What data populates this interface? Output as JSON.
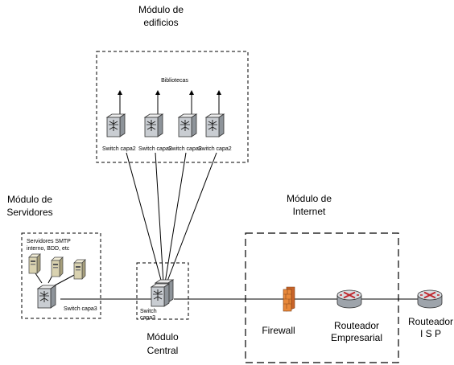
{
  "modules": {
    "edificios": [
      "Módulo de",
      "edificios"
    ],
    "servidores": [
      "Módulo de",
      "Servidores"
    ],
    "internet": [
      "Módulo de",
      "Internet"
    ],
    "central": [
      "Módulo",
      "Central"
    ]
  },
  "bibliotecas": "Bibliotecas",
  "switch_capa2": [
    "Switch capa2",
    "Switch capa2",
    "Switch capa2",
    "Switch capa2"
  ],
  "servers_caption": [
    "Servidores SMTP",
    "interno, BDD, etc"
  ],
  "switch_capa3_servers": "Switch capa3",
  "switch_capa3_central": [
    "Switch",
    "capa3"
  ],
  "firewall": "Firewall",
  "router_empresarial": [
    "Routeador",
    "Empresarial"
  ],
  "router_isp": [
    "Routeador",
    "I S P"
  ],
  "colors": {
    "firewall": "#e8893a",
    "router_body": "#b9bec4",
    "router_x": "#c0272d",
    "switch_body": "#c9cdd2",
    "server_body": "#d9d2b0"
  }
}
